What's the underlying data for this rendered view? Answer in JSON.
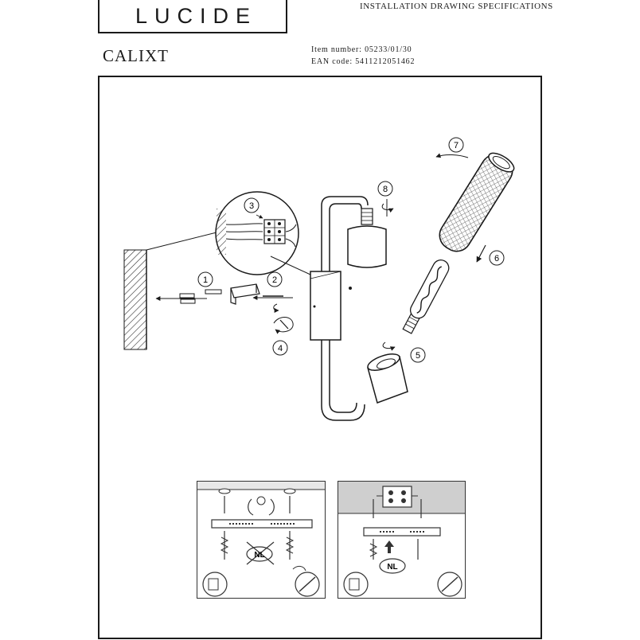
{
  "brand": {
    "logo_text": "LUCIDE"
  },
  "header": {
    "doc_title": "INSTALLATION DRAWING SPECIFICATIONS",
    "product_name": "CALIXT",
    "item_number_label": "Item number:",
    "item_number": "05233/01/30",
    "ean_label": "EAN code:",
    "ean_code": "5411212051462"
  },
  "steps": [
    {
      "number": "1"
    },
    {
      "number": "2"
    },
    {
      "number": "3"
    },
    {
      "number": "4"
    },
    {
      "number": "5"
    },
    {
      "number": "6"
    },
    {
      "number": "7"
    },
    {
      "number": "8"
    }
  ],
  "detail_panels": {
    "left_badge": "NL",
    "right_badge": "NL"
  },
  "colors": {
    "line": "#1a1a1a",
    "panel_ceiling_left": "#e8e8e8",
    "panel_ceiling_right": "#cfcfcf"
  }
}
